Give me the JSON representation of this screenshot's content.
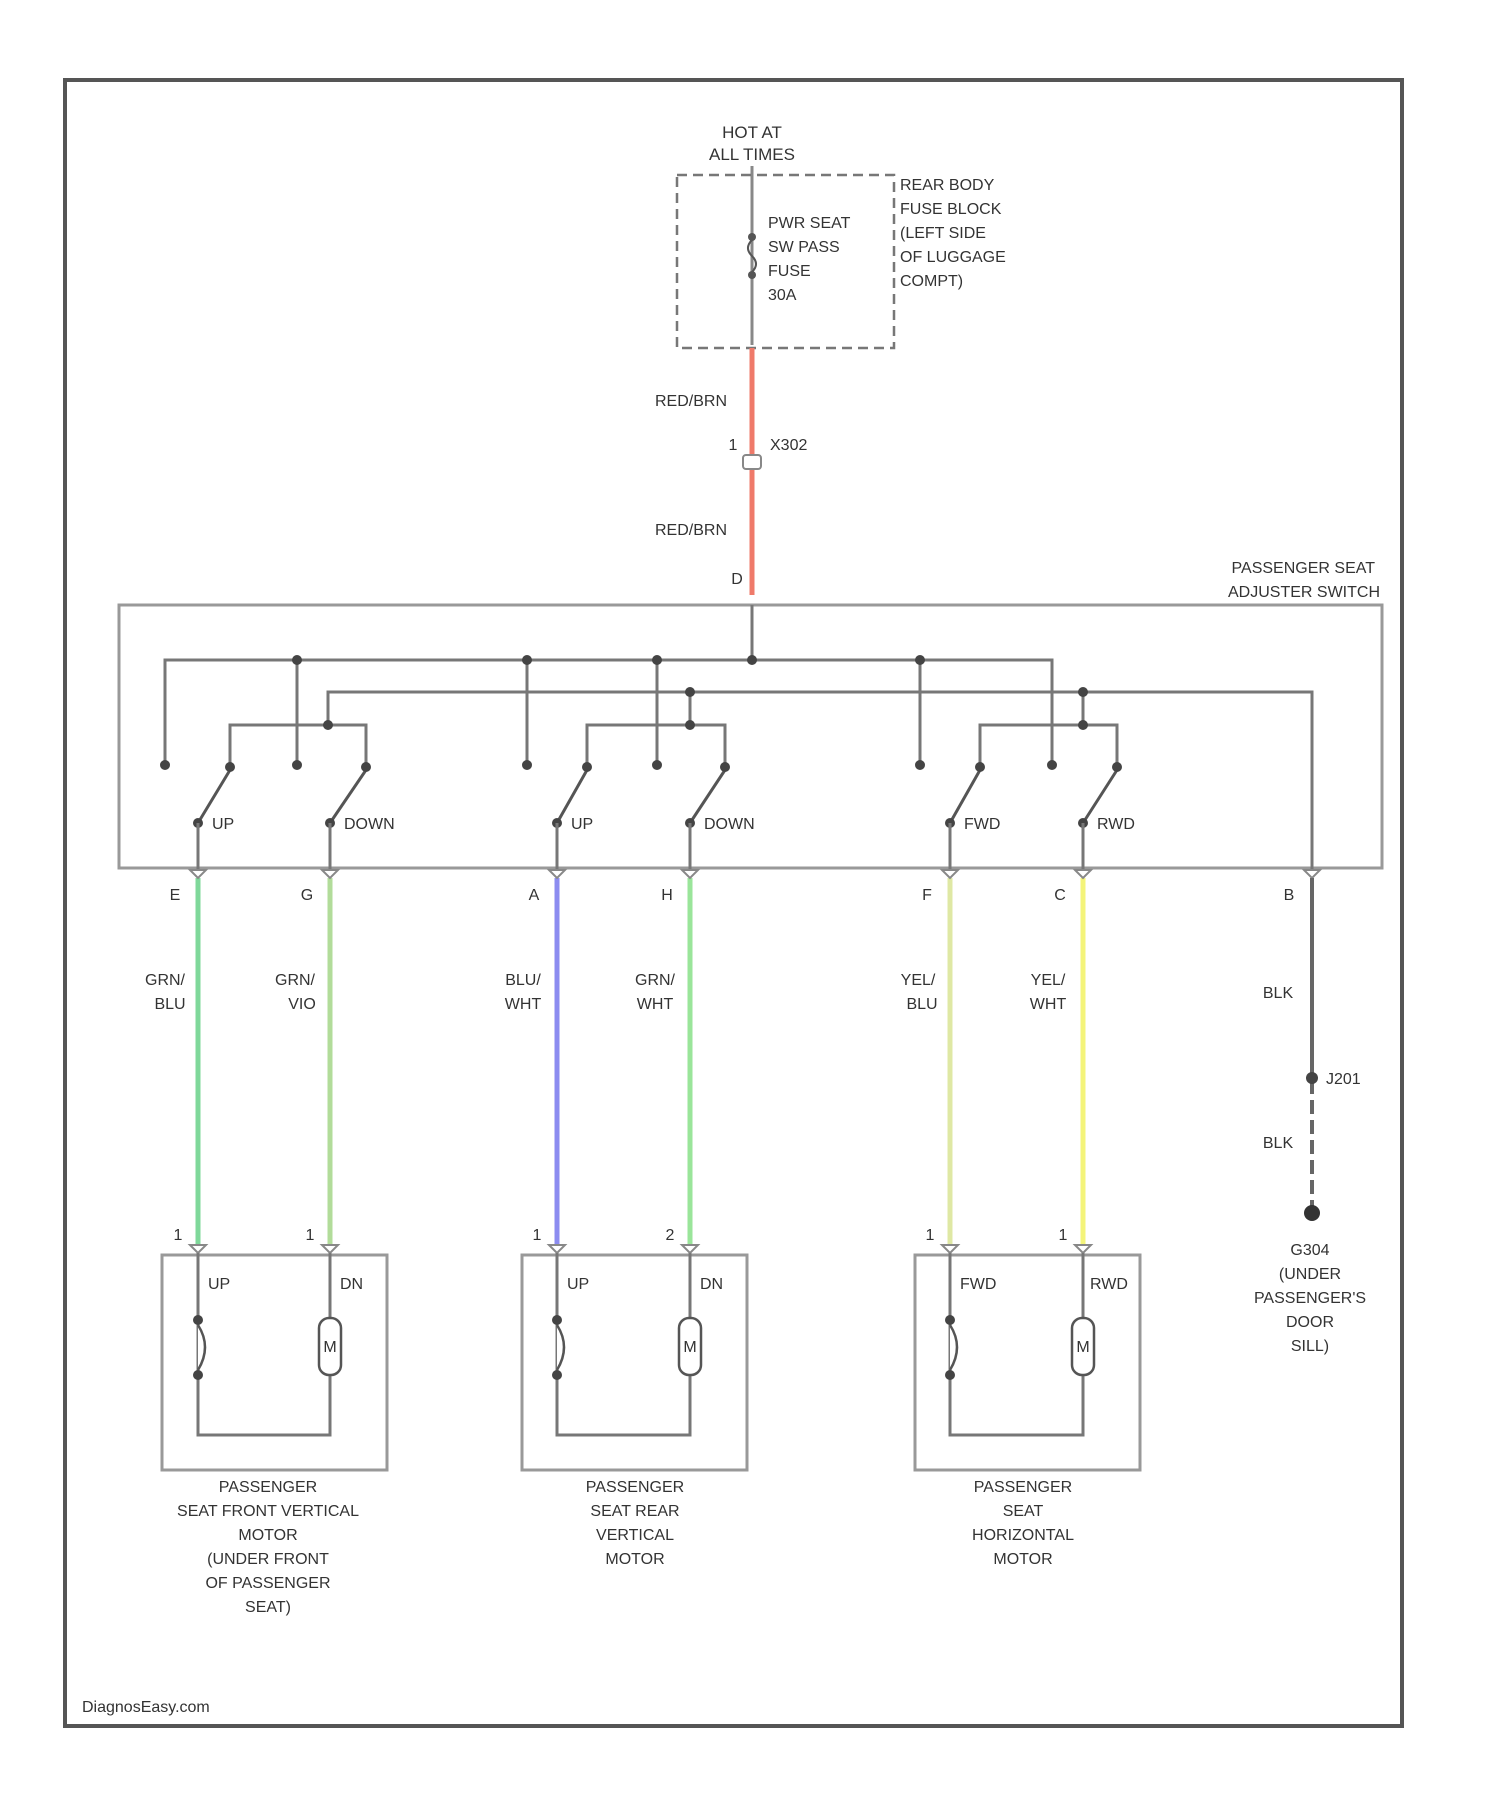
{
  "power": {
    "label_1": "HOT AT",
    "label_2": "ALL TIMES",
    "fuse_1": "PWR SEAT",
    "fuse_2": "SW PASS",
    "fuse_3": "FUSE",
    "fuse_4": "30A",
    "block_1": "REAR BODY",
    "block_2": "FUSE BLOCK",
    "block_3": "(LEFT SIDE",
    "block_4": "OF LUGGAGE",
    "block_5": "COMPT)"
  },
  "feed": {
    "wire_top": "RED/BRN",
    "connector_pin": "1",
    "connector": "X302",
    "wire_bottom": "RED/BRN",
    "switch_pin": "D"
  },
  "switch": {
    "title_1": "PASSENGER SEAT",
    "title_2": "ADJUSTER SWITCH",
    "contacts": [
      "UP",
      "DOWN",
      "UP",
      "DOWN",
      "FWD",
      "RWD"
    ],
    "pins": [
      "E",
      "G",
      "A",
      "H",
      "F",
      "C",
      "B"
    ]
  },
  "wires": [
    {
      "line1": "GRN/",
      "line2": "BLU",
      "color": "#7fd89a"
    },
    {
      "line1": "GRN/",
      "line2": "VIO",
      "color": "#b2dc9a"
    },
    {
      "line1": "BLU/",
      "line2": "WHT",
      "color": "#8c8cf0"
    },
    {
      "line1": "GRN/",
      "line2": "WHT",
      "color": "#9ae59a"
    },
    {
      "line1": "YEL/",
      "line2": "BLU",
      "color": "#dfe8a4"
    },
    {
      "line1": "YEL/",
      "line2": "WHT",
      "color": "#f4f47a"
    }
  ],
  "ground": {
    "wire_top": "BLK",
    "splice": "J201",
    "wire_bottom": "BLK",
    "loc_1": "G304",
    "loc_2": "(UNDER",
    "loc_3": "PASSENGER'S",
    "loc_4": "DOOR",
    "loc_5": "SILL)"
  },
  "motors": [
    {
      "pins": [
        "1",
        "1"
      ],
      "terms": [
        "UP",
        "DN"
      ],
      "symbol": "M",
      "lines": [
        "PASSENGER",
        "SEAT FRONT VERTICAL",
        "MOTOR",
        "(UNDER FRONT",
        "OF PASSENGER",
        "SEAT)"
      ]
    },
    {
      "pins": [
        "1",
        "2"
      ],
      "terms": [
        "UP",
        "DN"
      ],
      "symbol": "M",
      "lines": [
        "PASSENGER",
        "SEAT REAR",
        "VERTICAL",
        "MOTOR"
      ]
    },
    {
      "pins": [
        "1",
        "1"
      ],
      "terms": [
        "FWD",
        "RWD"
      ],
      "symbol": "M",
      "lines": [
        "PASSENGER",
        "SEAT",
        "HORIZONTAL",
        "MOTOR"
      ]
    }
  ],
  "footer": {
    "source": "DiagnosEasy.com"
  },
  "colors": {
    "feed_wire": "#ef7a6a",
    "ground_wire": "#666666",
    "frame": "#555555"
  }
}
